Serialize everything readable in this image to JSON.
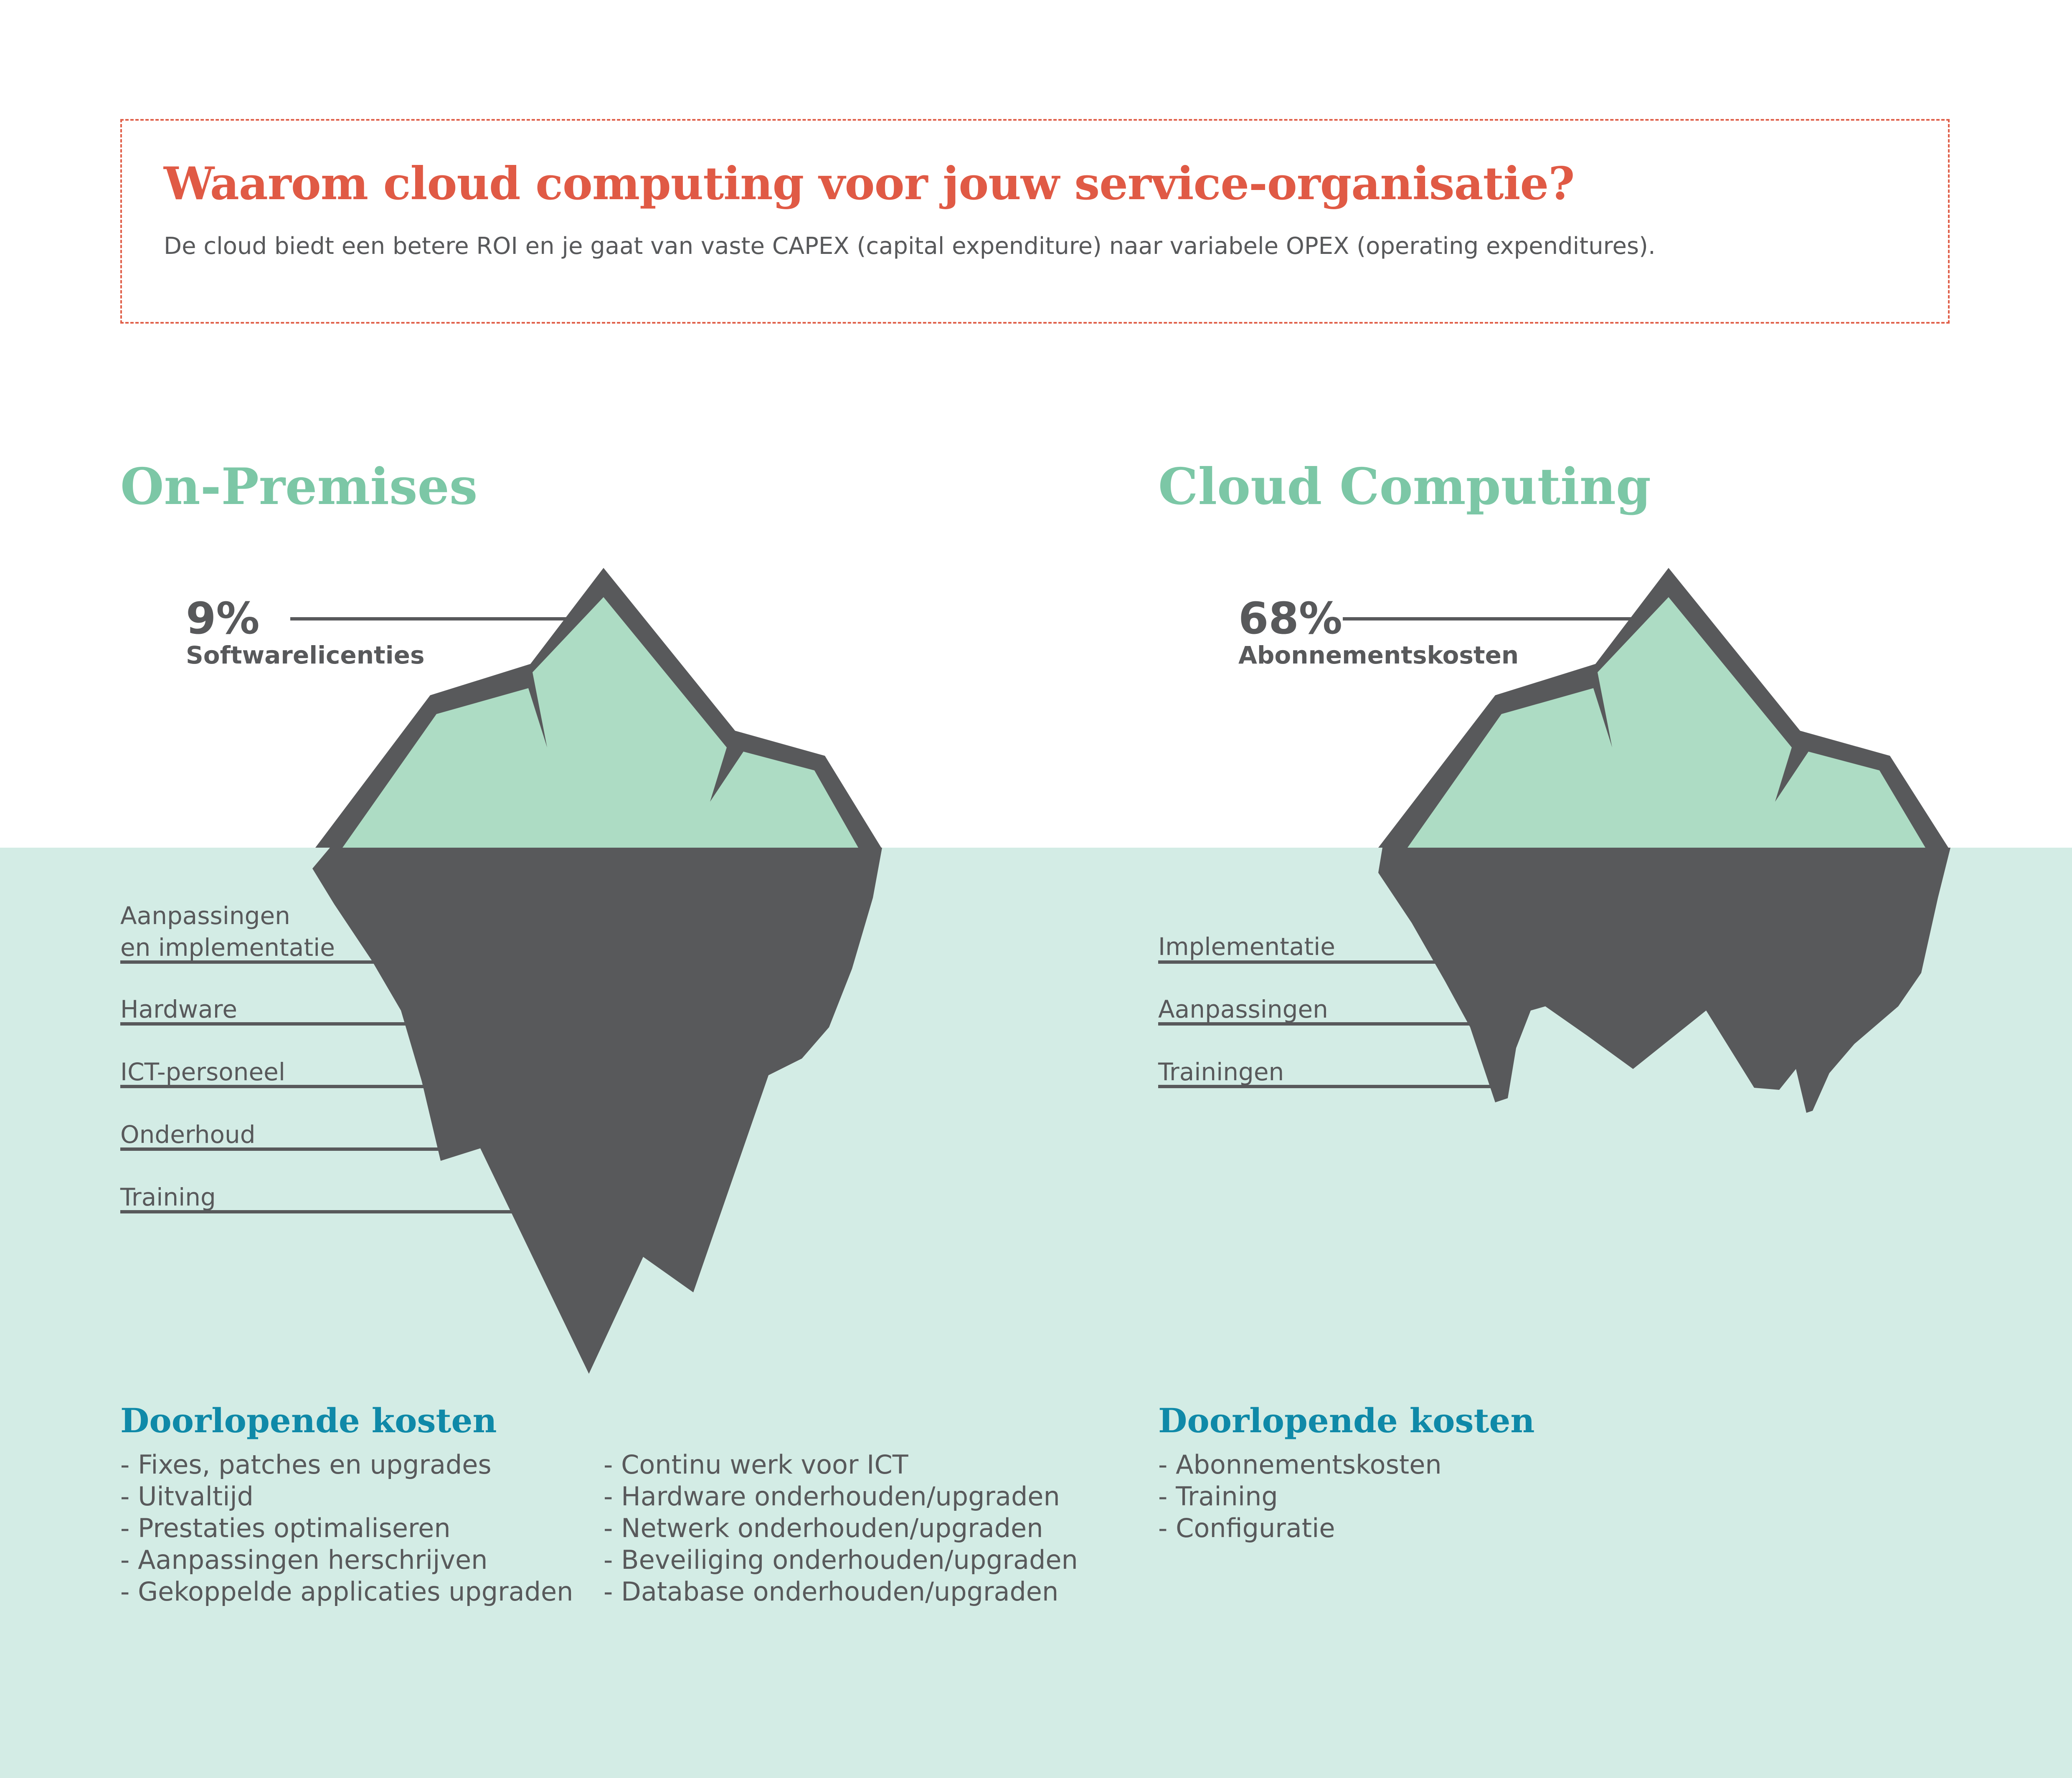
{
  "header": {
    "title": "Waarom cloud computing voor jouw service-organisatie?",
    "subtitle": "De cloud biedt een betere ROI en je gaat van vaste CAPEX (capital expenditure) naar variabele OPEX (operating expenditures)."
  },
  "colors": {
    "accent_red": "#e05a45",
    "heading_green": "#7cc7a6",
    "ice_green": "#addcc4",
    "iceberg_gray": "#58595b",
    "water": "#d3ece5",
    "ongoing_blue": "#0f89a8"
  },
  "on_premises": {
    "heading": "On-Premises",
    "percentage": "9%",
    "percentage_label": "Softwarelicenties",
    "hidden_costs": [
      "Aanpassingen",
      "en implementatie",
      "Hardware",
      "ICT-personeel",
      "Onderhoud",
      "Training"
    ],
    "ongoing_title": "Doorlopende kosten",
    "ongoing_col1": [
      "- Fixes, patches en upgrades",
      "- Uitvaltijd",
      "- Prestaties optimaliseren",
      "- Aanpassingen herschrijven",
      "- Gekoppelde applicaties upgraden"
    ],
    "ongoing_col2": [
      "- Continu werk voor ICT",
      "- Hardware onderhouden/upgraden",
      "- Netwerk onderhouden/upgraden",
      "- Beveiliging onderhouden/upgraden",
      "- Database onderhouden/upgraden"
    ]
  },
  "cloud": {
    "heading": "Cloud Computing",
    "percentage": "68%",
    "percentage_label": "Abonnementskosten",
    "hidden_costs": [
      "Implementatie",
      "Aanpassingen",
      "Trainingen"
    ],
    "ongoing_title": "Doorlopende kosten",
    "ongoing_list": [
      "- Abonnementskosten",
      "- Training",
      "- Configuratie"
    ]
  }
}
